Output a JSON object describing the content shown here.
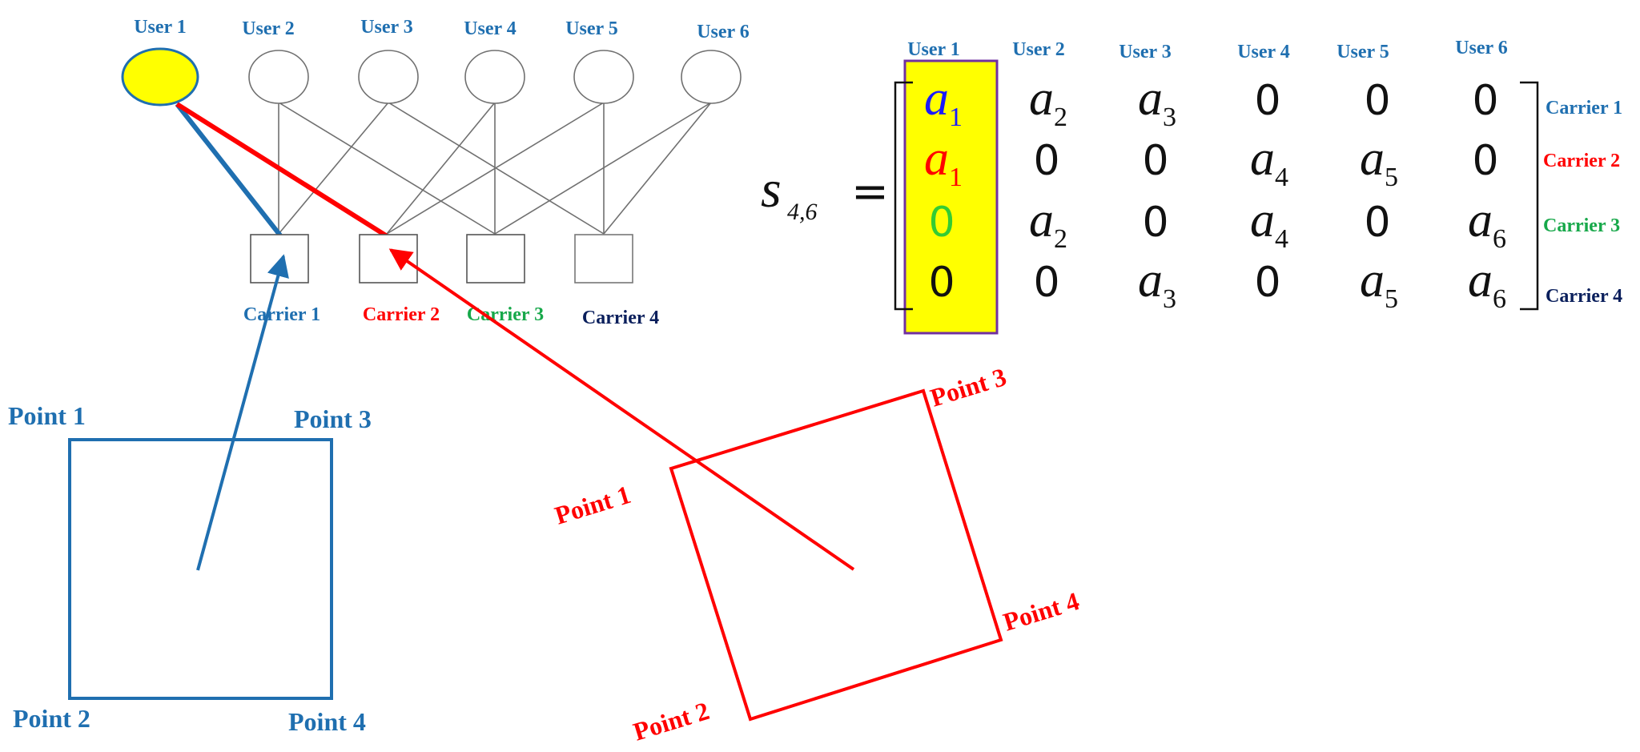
{
  "colors": {
    "blue": "#1f6fb0",
    "red": "#ff0000",
    "green": "#17a84a",
    "navy": "#0a1f5c",
    "yellow": "#ffff00",
    "purple": "#7030a0",
    "gray": "#707070",
    "bright_green": "#33cc33",
    "math_blue": "#1a1aff"
  },
  "graph": {
    "users": [
      "User 1",
      "User 2",
      "User 3",
      "User 4",
      "User 5",
      "User 6"
    ],
    "carriers": [
      "Carrier 1",
      "Carrier 2",
      "Carrier 3",
      "Carrier 4"
    ]
  },
  "matrix": {
    "lhs_symbol": "s",
    "lhs_subscript": "4,6",
    "equals": "=",
    "col_headers": [
      "User 1",
      "User 2",
      "User 3",
      "User 4",
      "User 5",
      "User 6"
    ],
    "row_labels": [
      "Carrier 1",
      "Carrier 2",
      "Carrier 3",
      "Carrier 4"
    ],
    "cells": [
      [
        {
          "b": "a",
          "s": "1"
        },
        {
          "b": "a",
          "s": "2"
        },
        {
          "b": "a",
          "s": "3"
        },
        {
          "b": "0"
        },
        {
          "b": "0"
        },
        {
          "b": "0"
        }
      ],
      [
        {
          "b": "a",
          "s": "1"
        },
        {
          "b": "0"
        },
        {
          "b": "0"
        },
        {
          "b": "a",
          "s": "4"
        },
        {
          "b": "a",
          "s": "5"
        },
        {
          "b": "0"
        }
      ],
      [
        {
          "b": "0"
        },
        {
          "b": "a",
          "s": "2"
        },
        {
          "b": "0"
        },
        {
          "b": "a",
          "s": "4"
        },
        {
          "b": "0"
        },
        {
          "b": "a",
          "s": "6"
        }
      ],
      [
        {
          "b": "0"
        },
        {
          "b": "0"
        },
        {
          "b": "a",
          "s": "3"
        },
        {
          "b": "0"
        },
        {
          "b": "a",
          "s": "5"
        },
        {
          "b": "a",
          "s": "6"
        }
      ]
    ]
  },
  "blue_square": {
    "labels": [
      "Point 1",
      "Point 3",
      "Point 2",
      "Point 4"
    ]
  },
  "red_square": {
    "labels": [
      "Point 1",
      "Point 3",
      "Point 4",
      "Point 2"
    ]
  }
}
